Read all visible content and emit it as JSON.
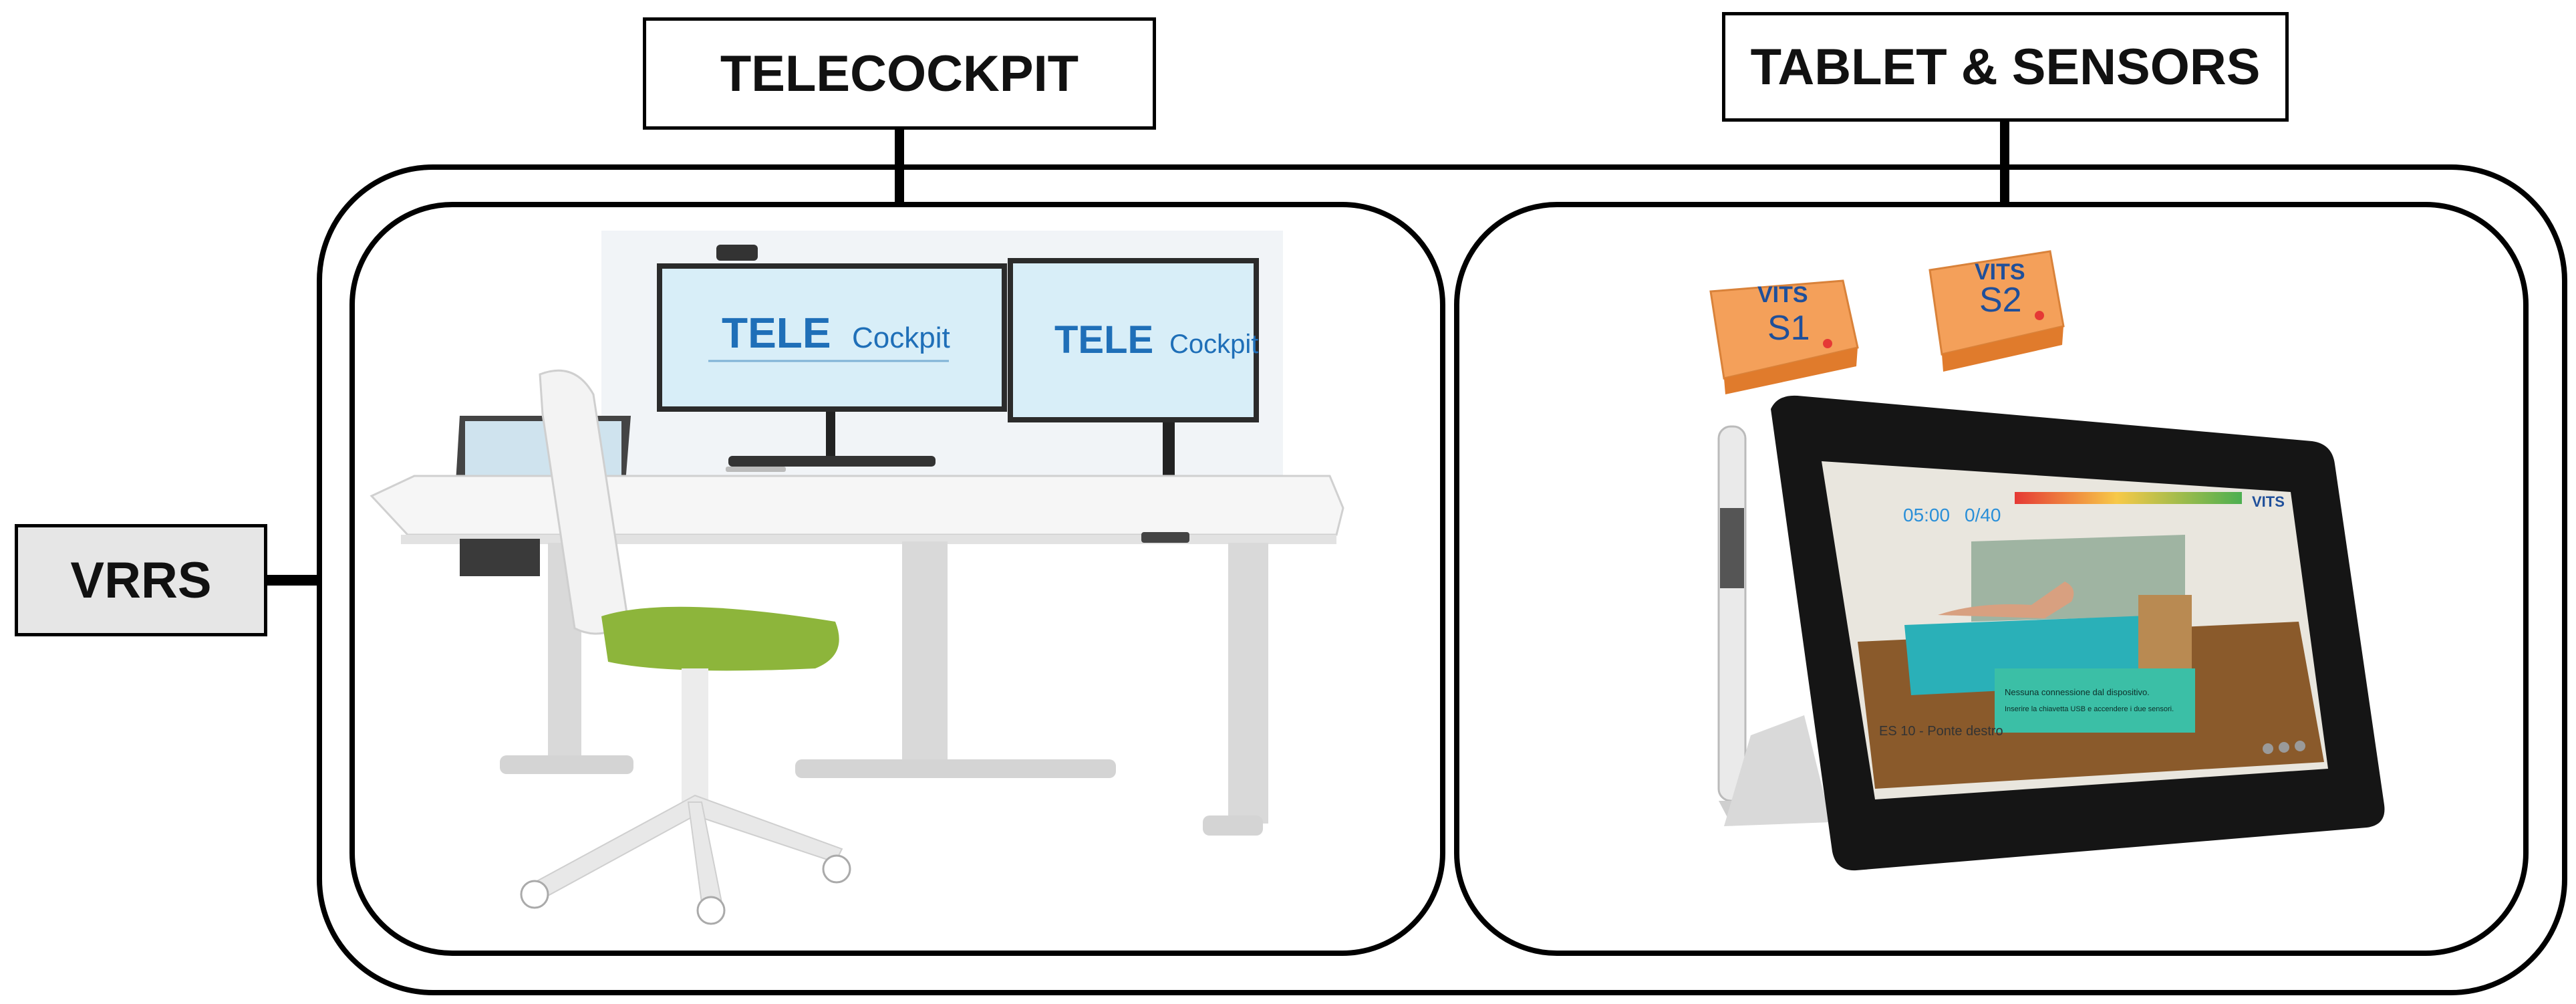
{
  "labels": {
    "telecockpit": "TELECOCKPIT",
    "tablet_sensors": "TABLET & SENSORS",
    "vrrs": "VRRS"
  },
  "screens": {
    "tele_prefix": "TELE",
    "cockpit_word": "Cockpit"
  },
  "sensors": {
    "brand": "VITS",
    "s1": "S1",
    "s2": "S2"
  },
  "tablet": {
    "timer": "05:00",
    "count": "0/40",
    "brand": "VITS",
    "dialog_line1": "Nessuna connessione dal dispositivo.",
    "dialog_line2": "Inserire la chiavetta USB e accendere i due sensori.",
    "exercise": "ES 10 - Ponte destro"
  },
  "colors": {
    "line": "#000000",
    "label_bg_vrrs": "#e6e6e6",
    "seat_green": "#8db53b",
    "sensor_orange": "#f4a05a",
    "teal_mat": "#2ab0b8",
    "screen_blue": "#1f6fb8"
  }
}
